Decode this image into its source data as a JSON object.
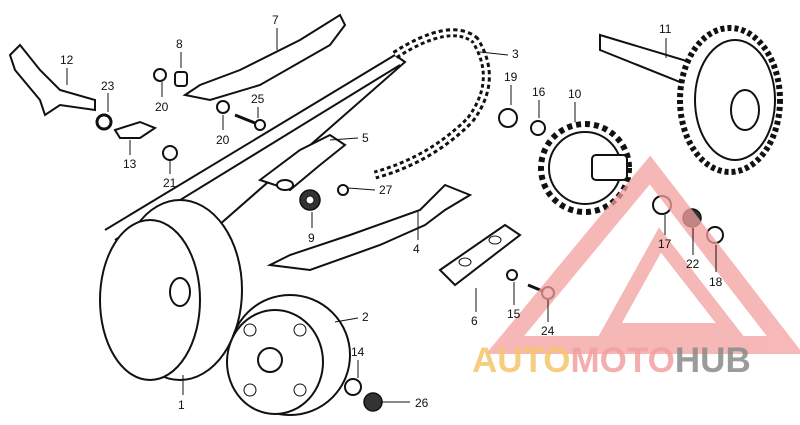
{
  "callouts": [
    {
      "id": "1",
      "text": "1"
    },
    {
      "id": "2",
      "text": "2"
    },
    {
      "id": "3",
      "text": "3"
    },
    {
      "id": "4",
      "text": "4"
    },
    {
      "id": "5",
      "text": "5"
    },
    {
      "id": "6",
      "text": "6"
    },
    {
      "id": "7",
      "text": "7"
    },
    {
      "id": "8",
      "text": "8"
    },
    {
      "id": "9",
      "text": "9"
    },
    {
      "id": "10",
      "text": "10"
    },
    {
      "id": "11",
      "text": "11"
    },
    {
      "id": "12",
      "text": "12"
    },
    {
      "id": "13",
      "text": "13"
    },
    {
      "id": "14",
      "text": "14"
    },
    {
      "id": "15",
      "text": "15"
    },
    {
      "id": "16",
      "text": "16"
    },
    {
      "id": "17",
      "text": "17"
    },
    {
      "id": "18",
      "text": "18"
    },
    {
      "id": "19",
      "text": "19"
    },
    {
      "id": "20a",
      "text": "20"
    },
    {
      "id": "20b",
      "text": "20"
    },
    {
      "id": "21",
      "text": "21"
    },
    {
      "id": "22",
      "text": "22"
    },
    {
      "id": "23",
      "text": "23"
    },
    {
      "id": "24",
      "text": "24"
    },
    {
      "id": "25",
      "text": "25"
    },
    {
      "id": "26",
      "text": "26"
    },
    {
      "id": "27",
      "text": "27"
    }
  ],
  "watermark": {
    "part1": "AUTO",
    "part2": "MOTO",
    "part3": "HUB",
    "color_gold": "#f5c66a",
    "color_red": "#f4a0a0",
    "color_gray": "#8a8a8a"
  }
}
